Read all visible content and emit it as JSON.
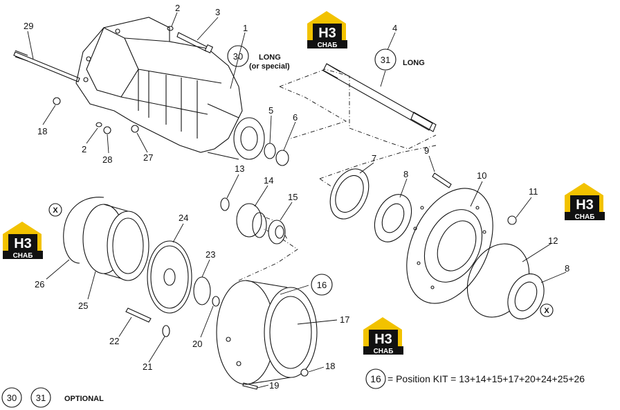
{
  "colors": {
    "logo_yellow": "#f2c200",
    "logo_black": "#111111",
    "line": "#111111"
  },
  "logos": [
    {
      "id": "logo-1",
      "text": "H3",
      "sub": "СНАБ"
    },
    {
      "id": "logo-2",
      "text": "H3",
      "sub": "СНАБ"
    },
    {
      "id": "logo-3",
      "text": "H3",
      "sub": "СНАБ"
    },
    {
      "id": "logo-4",
      "text": "H3",
      "sub": "СНАБ"
    }
  ],
  "parts": {
    "p1": "1",
    "p2a": "2",
    "p2b": "2",
    "p3": "3",
    "p4": "4",
    "p5": "5",
    "p6": "6",
    "p7": "7",
    "p8a": "8",
    "p8b": "8",
    "p9": "9",
    "p10": "10",
    "p11": "11",
    "p12": "12",
    "p13": "13",
    "p14": "14",
    "p15": "15",
    "p16": "16",
    "p17": "17",
    "p18a": "18",
    "p18b": "18",
    "p19": "19",
    "p20": "20",
    "p21": "21",
    "p22": "22",
    "p23": "23",
    "p24": "24",
    "p25": "25",
    "p26": "26",
    "p27": "27",
    "p28": "28",
    "p29": "29",
    "p30": "30",
    "p31": "31"
  },
  "notes": {
    "long_special_1": "LONG",
    "long_special_2": "(or special)",
    "long": "LONG",
    "x_mark": "X",
    "kit_number": "16",
    "kit_text": "= Position KIT = 13+14+15+17+20+24+25+26",
    "optional_30": "30",
    "optional_31": "31",
    "optional_label": "OPTIONAL"
  }
}
